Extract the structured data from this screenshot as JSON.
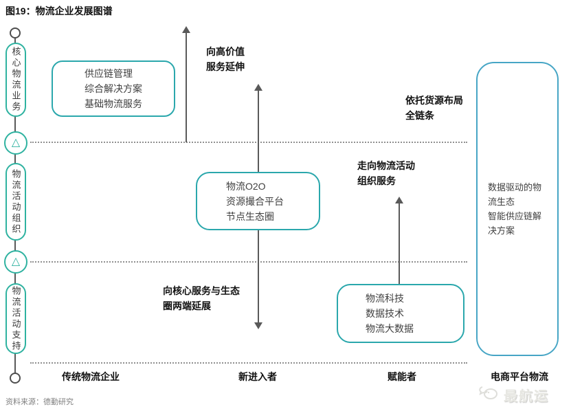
{
  "title": "图19：物流企业发展图谱",
  "icons": {
    "delta": "△"
  },
  "left_axis": {
    "stages": [
      {
        "label": "核心物流业务"
      },
      {
        "label": "物流活动组织"
      },
      {
        "label": "物流活动支持"
      }
    ]
  },
  "boxes": {
    "supply_chain": {
      "lines": [
        "供应链管理",
        "综合解决方案",
        "基础物流服务"
      ]
    },
    "o2o": {
      "lines": [
        "物流O2O",
        "资源撮合平台",
        "节点生态圈"
      ]
    },
    "tech": {
      "lines": [
        "物流科技",
        "数据技术",
        "物流大数据"
      ]
    },
    "right_panel": {
      "lines": [
        "数据驱动的物流生态",
        "智能供应链解决方案"
      ]
    }
  },
  "annotations": {
    "high_value": {
      "lines": [
        "向高价值",
        "服务延伸"
      ]
    },
    "full_chain": {
      "lines": [
        "依托货源布局",
        "全链条"
      ]
    },
    "org_service": {
      "lines": [
        "走向物流活动",
        "组织服务"
      ]
    },
    "two_ends": {
      "lines": [
        "向核心服务与生态",
        "圈两端延展"
      ]
    }
  },
  "bottom_labels": [
    "传统物流企业",
    "新进入者",
    "赋能者",
    "电商平台物流"
  ],
  "source": "资料来源：德勤研究",
  "watermark": "最航运",
  "colors": {
    "teal_left": "#2eb2a0",
    "teal_box": "#2aa7ac",
    "blue_panel": "#46a5c5",
    "line_gray": "#595959",
    "dotted_gray": "#8f8f8f"
  }
}
